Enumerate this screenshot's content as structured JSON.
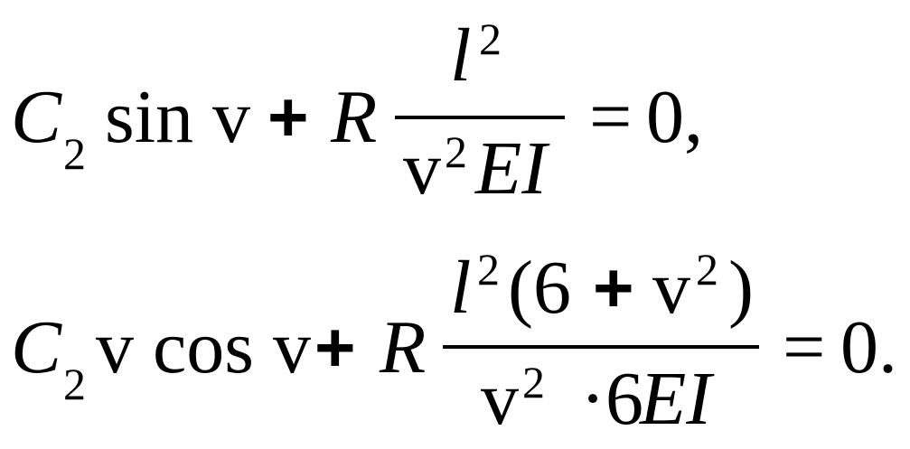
{
  "equations": [
    {
      "c": "C",
      "c_sub": "2",
      "lhs_terms": "sin v",
      "plus": "+",
      "r": "R",
      "numerator": {
        "var": "l",
        "exp": "2"
      },
      "denominator": {
        "base": "v",
        "exp": "2",
        "tail": "EI"
      },
      "equals": "=",
      "rhs": "0,"
    },
    {
      "c": "C",
      "c_sub": "2",
      "lhs_terms": "v cos v",
      "plus": "+",
      "r": "R",
      "numerator": {
        "var": "l",
        "exp": "2",
        "open": "(6",
        "plus": "+",
        "base2": "v",
        "exp2": "2",
        "close": ")"
      },
      "denominator": {
        "base": "v",
        "exp": "2",
        "dot": "·6",
        "tail": "EI"
      },
      "equals": "=",
      "rhs": "0."
    }
  ]
}
